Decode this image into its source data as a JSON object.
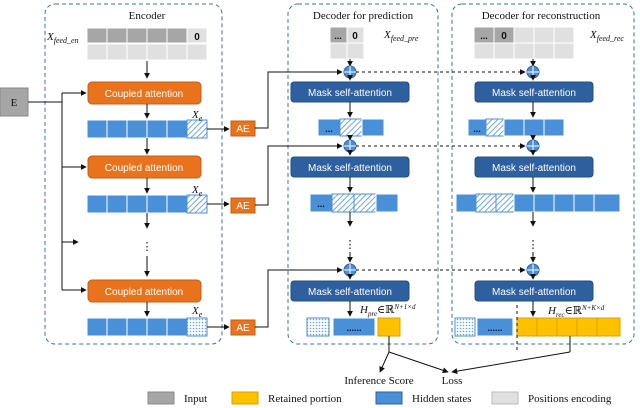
{
  "panels": {
    "encoder_title": "Encoder",
    "pred_title": "Decoder for prediction",
    "rec_title": "Decoder for reconstruction"
  },
  "input_block": "E",
  "feeds": {
    "enc_var": "X",
    "enc_sub": "feed_en",
    "pred_var": "X",
    "pred_sub": "feed_pre",
    "rec_var": "X",
    "rec_sub": "feed_rec",
    "zero": "0",
    "ellipsis": "..."
  },
  "blocks": {
    "coupled_attention": "Coupled attention",
    "mask_self_attention": "Mask self-attention",
    "ae": "AE"
  },
  "labels": {
    "xe_var": "X",
    "xe_sub": "e",
    "dots": "......",
    "dots_short": "...",
    "vdots": "⋮",
    "h_pre_var": "H",
    "h_pre_sub": "pre",
    "h_pre_space": "∈ℝ",
    "h_pre_exp": "N+1×d",
    "h_rec_var": "H",
    "h_rec_sub": "rec",
    "h_rec_space": "∈ℝ",
    "h_rec_exp": "N+K×d",
    "inference_score": "Inference Score",
    "loss": "Loss"
  },
  "legend": [
    {
      "label": "Input",
      "color": "#a6a6a6"
    },
    {
      "label": "Retained portion",
      "color": "#ffc000"
    },
    {
      "label": "Hidden states",
      "color": "#4a90d9"
    },
    {
      "label": "Positions encoding",
      "color": "#e0e0e0"
    }
  ],
  "colors": {
    "orange": "#e8731c",
    "blue": "#4a90d9",
    "navy": "#2e5f9e",
    "gray": "#a6a6a6",
    "light": "#e0e0e0",
    "yellow": "#ffc000",
    "dash": "#3a6fb0"
  }
}
